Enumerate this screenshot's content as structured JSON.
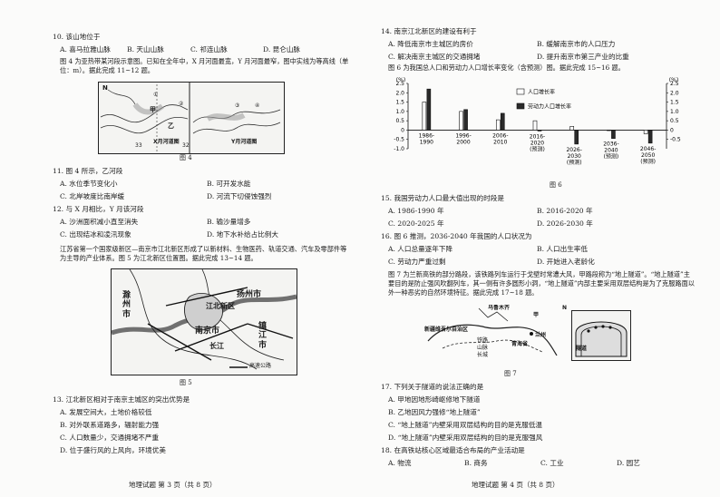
{
  "left": {
    "q10": {
      "stem": "10.  该山地位于",
      "A": "A.  喜马拉雅山脉",
      "B": "B.  天山山脉",
      "C": "C.  祁连山脉",
      "D": "D.  昆仑山脉"
    },
    "fig4_intro": "图 4 为亚热带某河段示意图。已知在全年中，X 月河面最宽，Y 月河面最窄，图中实线为等高线（单位：m）。据此完成 11~12 题。",
    "fig4": {
      "caption": "图 4",
      "x_label": "X月河道图",
      "y_label": "Y月河道图",
      "n": "N",
      "jia": "甲",
      "yi": "乙",
      "num1": "33",
      "num2": "32",
      "circle_labels": [
        "①",
        "②",
        "③",
        "④"
      ]
    },
    "q11": {
      "stem": "11.  图 4 所示，乙河段",
      "A": "A.  水位季节变化小",
      "B": "B.  可开发水能",
      "C": "C.  北岸坡度比南岸缓",
      "D": "D.  河流下切侵蚀强烈"
    },
    "q12": {
      "stem": "12.  与 X 月相比，Y 月该河段",
      "A": "A.  沙洲面积减小直至消失",
      "B": "B.  输沙量增多",
      "C": "C.  出现结冰和凌汛现象",
      "D": "D.  地下水补给占比例大"
    },
    "fig5_intro": "江苏省第一个国家级新区—南京市江北新区形成了以新材料、生物医药、轨道交通、汽车及零部件等为主导的产业体系。图 5 为江北新区位置图。据此完成 13~14 题。",
    "fig5": {
      "caption": "图 5",
      "chuzhou": "滁州市",
      "yangzhou": "扬州市",
      "nanjing": "南京市",
      "jiangbei": "江北新区",
      "zhenjiang": "镇江市",
      "river": "长江",
      "legend": "高速公路"
    },
    "q13": {
      "stem": "13.  江北新区相对于南京主城区的突出优势是",
      "A": "A.  发展空间大，土地价格较低",
      "B": "B.  对外联系道路多，辐射能力强",
      "C": "C.  人口数量少，交通拥堵不严重",
      "D": "D.  位于盛行风的上风向，环境优美"
    },
    "footer": "地理试题   第 3 页（共 8 页）"
  },
  "right": {
    "q14": {
      "stem": "14.  南京江北新区的建设有利于",
      "A": "A.  降低南京市主城区的房价",
      "B": "B.  缓解南京市的人口压力",
      "C": "C.  解决南京主城区的交通拥堵",
      "D": "D.  提升南京市第三产业的比重"
    },
    "fig6_intro": "图 6 为我国总人口和劳动力人口增长率变化（含预测）图。据此完成 15~16 题。",
    "q15": {
      "stem": "15.  我国劳动力人口最大值出现的时段是",
      "A": "A.  1986-1990 年",
      "B": "B.  2016-2020 年",
      "C": "C.  2020-2025 年",
      "D": "D.  2026-2030 年"
    },
    "q16": {
      "stem": "16.  图 6 推测，2036-2040 年我国的人口状况为",
      "A": "A.  人口总量逐年下降",
      "B": "B.  人口出生率低",
      "C": "C.  劳动力严重过剩",
      "D": "D.  开始进入老龄化"
    },
    "fig7_intro": "图 7 为兰新高铁的部分路段，该铁路列车运行于戈壁时常遭大风，甲路段称为“地上隧道”。“地上隧道”主要目的是防止强风吹翻列车，其一侧有许多圆形小洞，“地上隧道”内部主要采用双层结构是为了克服路面以外一种恶劣的自然环境特征。据此完成 17~18 题。",
    "fig7": {
      "caption": "图 7",
      "urumqi": "乌鲁木齐",
      "xinjiang": "新疆维吾尔自治区",
      "qinghai": "青海省",
      "lanzhou": "兰州",
      "railway": "铁路",
      "mountain": "山脉",
      "wall": "长城",
      "n": "N",
      "jia": "甲",
      "tunnel": "隧道"
    },
    "q17": {
      "stem": "17.  下列关于隧道的说法正确的是",
      "A": "A.  甲地因地形崎岖修地下隧道",
      "B": "B.  乙地因风力强修“地上隧道”",
      "C": "C.  “地上隧道”内壁采用双层结构的目的是克服低温",
      "D": "D.  “地上隧道”内壁采用双层结构的目的是克服强风"
    },
    "q18": {
      "stem": "18.  在高铁站核心区域最适合布局的产业活动是",
      "A": "A.  物流",
      "B": "B.  商务",
      "C": "C.  工业",
      "D": "D.  园艺"
    },
    "footer": "地理试题   第 4 页（共 8 页）"
  },
  "chart_data": {
    "type": "bar",
    "title": "",
    "ylabel_left": "(%)",
    "ylabel_right": "(%)",
    "categories": [
      "1986-1990",
      "1996-2000",
      "2006-2010",
      "2016-2020 (预测)",
      "2026-2030 (预测)",
      "2036-2040 (预测)",
      "2046-2050 (预测)"
    ],
    "series": [
      {
        "name": "人口增长率",
        "values": [
          1.5,
          1.0,
          0.55,
          0.5,
          0.2,
          0.0,
          -0.2
        ]
      },
      {
        "name": "劳动力人口增长率",
        "values": [
          2.2,
          1.1,
          0.9,
          -0.05,
          -0.75,
          -0.45,
          -0.7
        ]
      }
    ],
    "ylim_left": [
      -1.0,
      2.5
    ],
    "ylim_right": [
      -1.0,
      2.5
    ],
    "yticks_left": [
      "2.5",
      "2.0",
      "1.5",
      "1.0",
      "0.5",
      "0",
      "-0.5",
      "-1.0"
    ],
    "yticks_right": [
      "2.5",
      "2.0",
      "1.5",
      "1.0",
      "0.5",
      "0",
      "-0.5"
    ],
    "legend_position": "top-center",
    "colors": {
      "pop": "#ffffff",
      "labor": "#2a2a2a"
    }
  }
}
